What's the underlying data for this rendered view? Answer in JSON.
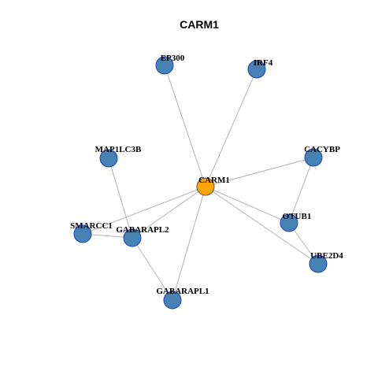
{
  "title": "CARM1",
  "colors": {
    "center_fill": "#ffa500",
    "node_fill": "#4682b4",
    "node_stroke": "#1f3fbf",
    "center_stroke": "#555555",
    "edge": "#b4b4b4"
  },
  "graph": {
    "center": "CARM1",
    "nodes": [
      {
        "id": "CARM1",
        "label": "CARM1",
        "role": "center"
      },
      {
        "id": "EP300",
        "label": "EP300"
      },
      {
        "id": "IRF4",
        "label": "IRF4"
      },
      {
        "id": "MAP1LC3B",
        "label": "MAP1LC3B"
      },
      {
        "id": "CACYBP",
        "label": "CACYBP"
      },
      {
        "id": "OTUB1",
        "label": "OTUB1"
      },
      {
        "id": "SMARCC1",
        "label": "SMARCC1"
      },
      {
        "id": "GABARAPL2",
        "label": "GABARAPL2"
      },
      {
        "id": "UBE2D4",
        "label": "UBE2D4"
      },
      {
        "id": "GABARAPL1",
        "label": "GABARAPL1"
      }
    ],
    "edges": [
      [
        "CARM1",
        "EP300"
      ],
      [
        "CARM1",
        "IRF4"
      ],
      [
        "CARM1",
        "CACYBP"
      ],
      [
        "CARM1",
        "OTUB1"
      ],
      [
        "CARM1",
        "UBE2D4"
      ],
      [
        "CARM1",
        "GABARAPL1"
      ],
      [
        "CARM1",
        "GABARAPL2"
      ],
      [
        "CARM1",
        "SMARCC1"
      ],
      [
        "MAP1LC3B",
        "GABARAPL2"
      ],
      [
        "SMARCC1",
        "GABARAPL2"
      ],
      [
        "GABARAPL2",
        "GABARAPL1"
      ],
      [
        "CACYBP",
        "OTUB1"
      ],
      [
        "OTUB1",
        "UBE2D4"
      ]
    ]
  }
}
